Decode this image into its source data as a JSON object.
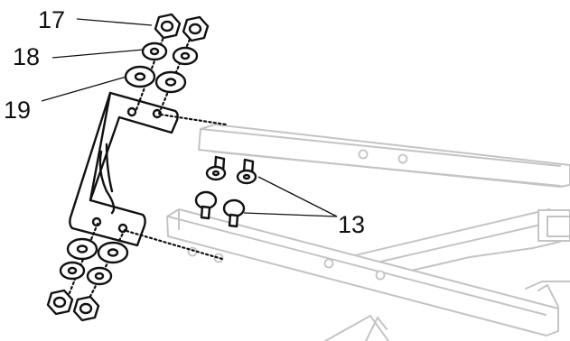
{
  "callouts": {
    "nut": "17",
    "lock_washer": "18",
    "flat_washer": "19",
    "bolt": "13"
  },
  "colors": {
    "ink": "#111111",
    "frame_gray": "#c4c4c4",
    "background": "#ffffff"
  }
}
